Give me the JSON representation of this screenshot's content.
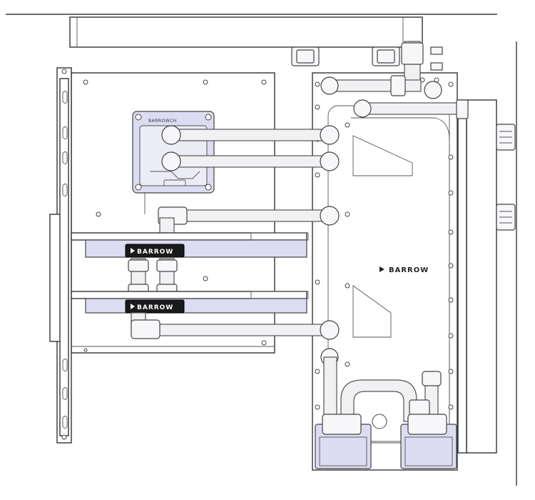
{
  "brand": {
    "cpu_block_text": "BARROWCH",
    "gpu_bridge_top": "BARROW",
    "gpu_bridge_bottom": "BARROW",
    "distro_plate": "BARROW"
  },
  "colors": {
    "line": "#3a3a3a",
    "fitting_fill": "#f7f7fa",
    "pump_fill": "#dcdcf2",
    "bridge_bar": "#1a1a1a"
  }
}
